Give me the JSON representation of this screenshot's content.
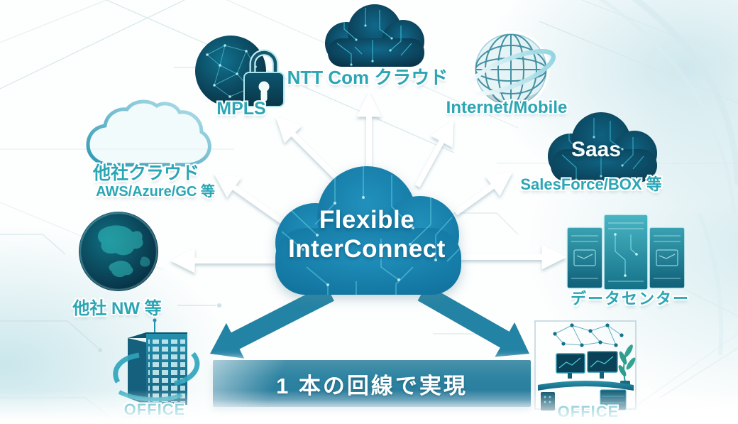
{
  "diagram": {
    "center": {
      "title_line1": "Flexible",
      "title_line2": "InterConnect"
    },
    "nodes": {
      "mpls": {
        "label": "MPLS"
      },
      "ntt_com_cloud": {
        "label": "NTT Com クラウド"
      },
      "internet_mobile": {
        "label": "Internet/Mobile"
      },
      "other_cloud": {
        "label": "他社クラウド",
        "sublabel": "AWS/Azure/GC 等"
      },
      "saas": {
        "label": "Saas",
        "sublabel": "SalesForce/BOX 等"
      },
      "other_nw": {
        "label": "他社 NW 等"
      },
      "datacenter": {
        "label": "データセンター"
      },
      "office_left": {
        "label": "OFFICE"
      },
      "office_right": {
        "label": "OFFICE"
      }
    },
    "banner": {
      "text": "1 本の回線で実現"
    },
    "colors": {
      "center_cloud": "#1887b2",
      "label_teal": "#2aa6b4",
      "solid_arrow": "#2383a4",
      "banner_bg": "#2e84a2",
      "dark_icon": "#0b4f68",
      "circuit_trace": "#5fd0e2"
    }
  }
}
